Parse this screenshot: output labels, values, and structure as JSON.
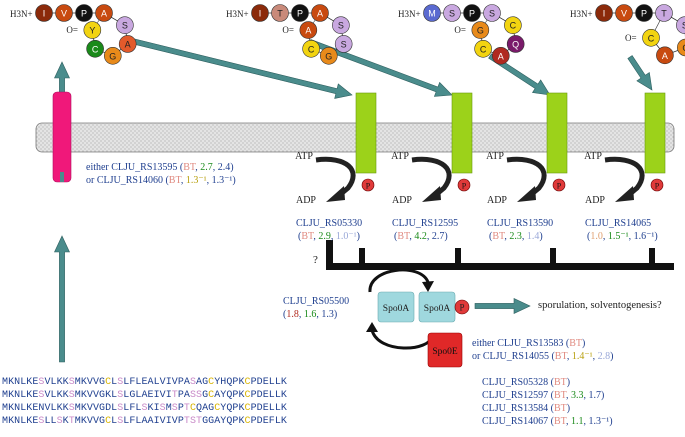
{
  "peptides": [
    {
      "n_label": "H3N+",
      "letters": [
        "I",
        "V",
        "P",
        "A",
        "S",
        "A",
        "G",
        "C",
        "Y"
      ],
      "colors": [
        "#8b2a0a",
        "#c84a10",
        "#111111",
        "#c84a10",
        "#c9a8e0",
        "#e25a2b",
        "#e88a1a",
        "#1a8a1a",
        "#f2d411"
      ]
    },
    {
      "n_label": "H3N+",
      "letters": [
        "I",
        "T",
        "P",
        "A",
        "S",
        "S",
        "G",
        "C",
        "A"
      ],
      "colors": [
        "#8b2a0a",
        "#c98a7a",
        "#111111",
        "#c84a10",
        "#c9a8e0",
        "#c9a8e0",
        "#e88a1a",
        "#f2d411",
        "#c84a10"
      ]
    },
    {
      "n_label": "H3N+",
      "letters": [
        "M",
        "S",
        "P",
        "S",
        "C",
        "Q",
        "A",
        "C",
        "G"
      ],
      "colors": [
        "#5a6ad0",
        "#c9a8e0",
        "#111111",
        "#c9a8e0",
        "#f2d411",
        "#7a1a6a",
        "#b02a20",
        "#f2d411",
        "#e88a1a"
      ]
    },
    {
      "n_label": "H3N+",
      "letters": [
        "I",
        "V",
        "P",
        "T",
        "S",
        "G",
        "A",
        "C"
      ],
      "colors": [
        "#8b2a0a",
        "#c84a10",
        "#111111",
        "#c9a8e0",
        "#c9a8e0",
        "#e88a1a",
        "#c84a10",
        "#f2d411"
      ]
    }
  ],
  "receptor_left": {
    "line1_prefix": "either CLJU_RS13595 (",
    "line1_bt": "BT",
    "line1_mid": ", ",
    "line1_v1": "2.7",
    "line1_sep": ", ",
    "line1_v2": "2.4",
    "line1_end": ")",
    "line2_prefix": "or CLJU_RS14060 (",
    "line2_bt": "BT",
    "line2_mid": ", ",
    "line2_v1": "1.3⁻¹",
    "line2_sep": ", ",
    "line2_v2": "1.3⁻¹",
    "line2_end": ")"
  },
  "kinases": [
    {
      "name": "CLJU_RS05330",
      "bt": "BT",
      "v1": "2.9",
      "v2": "1.0⁻¹",
      "v1_color": "#1a8a1a",
      "v2_color": "#9aa8d8"
    },
    {
      "name": "CLJU_RS12595",
      "bt": "BT",
      "v1": "4.2",
      "v2": "2.7",
      "v1_color": "#1a8a1a",
      "v2_color": "#1f3f8f"
    },
    {
      "name": "CLJU_RS13590",
      "bt": "BT",
      "v1": "2.3",
      "v2": "1.4",
      "v1_color": "#1a8a1a",
      "v2_color": "#9aa8d8"
    },
    {
      "name": "CLJU_RS14065",
      "bt": "1.0",
      "v1": "1.5⁻¹",
      "v2": "1.6⁻¹",
      "v1_color": "#1a8a1a",
      "v2_color": "#1f3f8f"
    }
  ],
  "atp_label": "ATP",
  "adp_label": "ADP",
  "p_label": "P",
  "question": "?",
  "spo0a_label": "Spo0A",
  "spo0e_label": "Spo0E",
  "spo0a_gene": {
    "name": "CLJU_RS05500",
    "v0": "1.8",
    "v1": "1.6",
    "v2": "1.3"
  },
  "outcome": "sporulation, solventogenesis?",
  "spo0e_genes": {
    "line1_prefix": "either CLJU_RS13583 (",
    "line1_bt": "BT",
    "line1_end": ")",
    "line2_prefix": "or CLJU_RS14055 (",
    "line2_bt": "BT",
    "line2_mid": ", ",
    "line2_v1": "1.4⁻¹",
    "line2_sep": ", ",
    "line2_v2": "2.8",
    "line2_end": ")"
  },
  "sequences": [
    {
      "seq": "MKNLKESVLKKSMKVVGCLSLFLEALVIVPASAGCYHQPKCPDELLK",
      "gene": "CLJU_RS05328",
      "extra": [
        {
          "t": "BT",
          "c": "#e08a80"
        }
      ]
    },
    {
      "seq": "MKNLKESVLKKSMKVVGKLSLGLAEIVITPASSGCAYQPKCPDELLK",
      "gene": "CLJU_RS12597",
      "extra": [
        {
          "t": "BT",
          "c": "#e08a80"
        },
        {
          "t": "3.3",
          "c": "#1a8a1a"
        },
        {
          "t": "1.7",
          "c": "#1f3f8f"
        }
      ]
    },
    {
      "seq": "MKNLKENVLKKSMKVVGDLSLFLSKISMSPTCQAGCYQPKCPDELLK",
      "gene": "CLJU_RS13584",
      "extra": [
        {
          "t": "BT",
          "c": "#e08a80"
        }
      ]
    },
    {
      "seq": "MKNLKESLLSKTMKVVGCLSLFLAAIVIVPTSTGGAYQPKCPDEFLK",
      "gene": "CLJU_RS14067",
      "extra": [
        {
          "t": "BT",
          "c": "#e08a80"
        },
        {
          "t": "1.1",
          "c": "#1a8a1a"
        },
        {
          "t": "1.3⁻¹",
          "c": "#1f3f8f"
        }
      ]
    }
  ],
  "colors": {
    "membrane": "#e0e0e0",
    "receptor": "#f0187a",
    "kinase": "#9cd21a",
    "arrow": "#4a8c8c",
    "spo0a": "#9fd8de",
    "spo0e": "#e02828",
    "p": "#e03a3a"
  }
}
